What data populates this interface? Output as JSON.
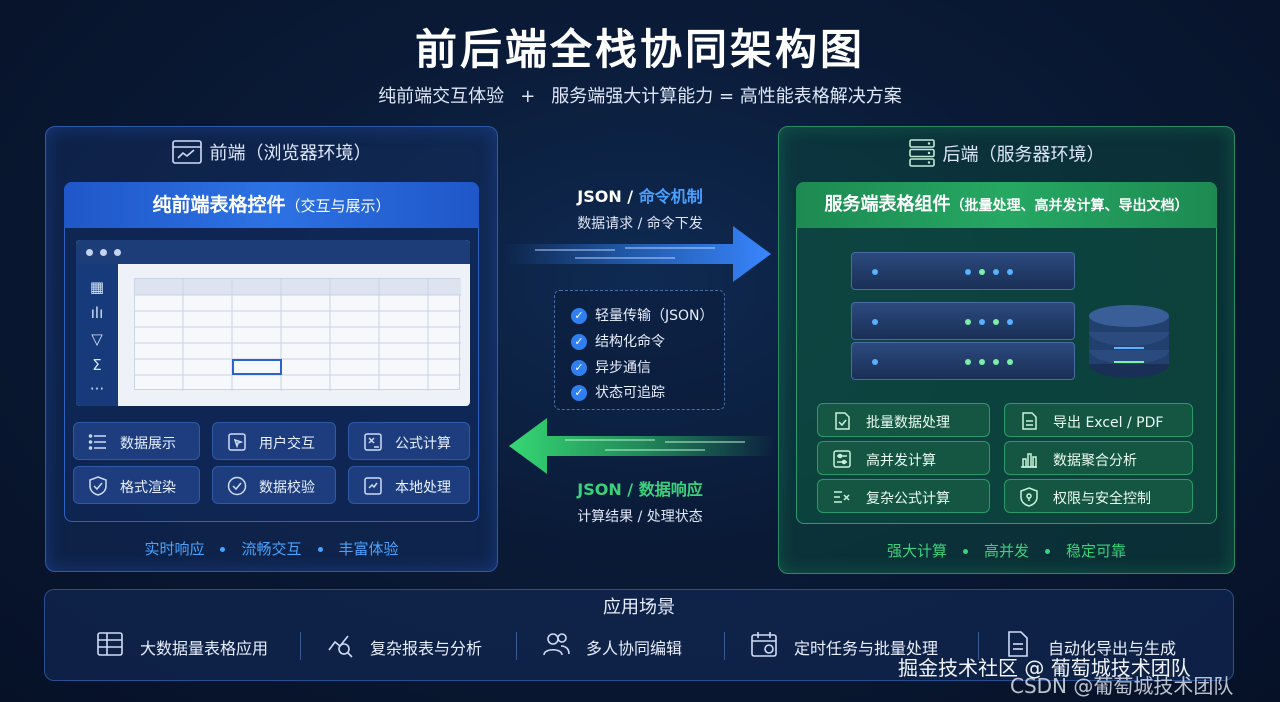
{
  "title": "前后端全栈协同架构图",
  "subtitle": {
    "left": "纯前端交互体验",
    "plus": "+",
    "right": "服务端强大计算能力 = 高性能表格解决方案"
  },
  "colors": {
    "frontend_accent": "#2d72e4",
    "backend_accent": "#26a863",
    "request_arrow": "#2f7ff0",
    "response_arrow": "#2fd06a"
  },
  "frontend": {
    "header": "前端（浏览器环境）",
    "card_title": "纯前端表格控件",
    "card_subtitle": "（交互与展示）",
    "chips": [
      {
        "label": "数据展示",
        "icon": "list-icon"
      },
      {
        "label": "用户交互",
        "icon": "interaction-icon"
      },
      {
        "label": "公式计算",
        "icon": "formula-icon"
      },
      {
        "label": "格式渲染",
        "icon": "shield-check-icon"
      },
      {
        "label": "数据校验",
        "icon": "check-circle-icon"
      },
      {
        "label": "本地处理",
        "icon": "local-process-icon"
      }
    ],
    "footer": [
      "实时响应",
      "流畅交互",
      "丰富体验"
    ]
  },
  "middle": {
    "request_title_a": "JSON / ",
    "request_title_b": "命令机制",
    "request_sub": "数据请求 / 命令下发",
    "features": [
      "轻量传输（JSON）",
      "结构化命令",
      "异步通信",
      "状态可追踪"
    ],
    "response_title_a": "JSON / ",
    "response_title_b": "数据响应",
    "response_sub": "计算结果 / 处理状态"
  },
  "backend": {
    "header": "后端（服务器环境）",
    "card_title": "服务端表格组件",
    "card_subtitle": "（批量处理、高并发计算、导出文档）",
    "chips": [
      {
        "label": "批量数据处理",
        "icon": "batch-icon"
      },
      {
        "label": "导出 Excel / PDF",
        "icon": "export-doc-icon"
      },
      {
        "label": "高并发计算",
        "icon": "concurrency-icon"
      },
      {
        "label": "数据聚合分析",
        "icon": "bar-chart-icon"
      },
      {
        "label": "复杂公式计算",
        "icon": "formula-icon"
      },
      {
        "label": "权限与安全控制",
        "icon": "shield-icon"
      }
    ],
    "footer": [
      "强大计算",
      "高并发",
      "稳定可靠"
    ]
  },
  "scenes": {
    "title": "应用场景",
    "items": [
      {
        "label": "大数据量表格应用",
        "icon": "table-icon"
      },
      {
        "label": "复杂报表与分析",
        "icon": "report-search-icon"
      },
      {
        "label": "多人协同编辑",
        "icon": "users-icon"
      },
      {
        "label": "定时任务与批量处理",
        "icon": "calendar-icon"
      },
      {
        "label": "自动化导出与生成",
        "icon": "export-doc-icon"
      }
    ]
  },
  "watermarks": {
    "primary": "掘金技术社区 @ 葡萄城技术团队",
    "secondary": "CSDN @葡萄城技术团队"
  }
}
